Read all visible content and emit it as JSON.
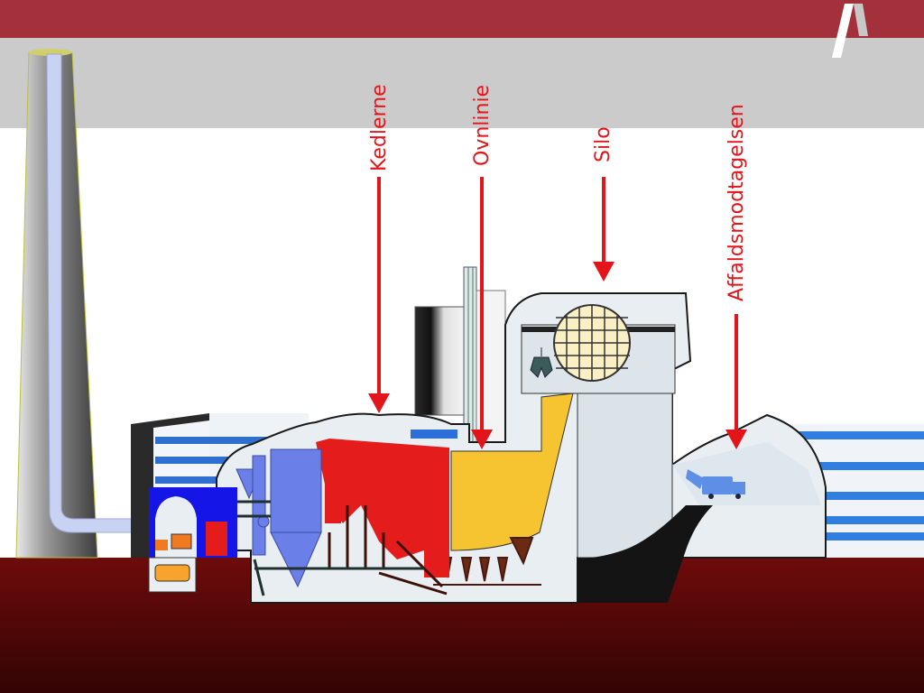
{
  "header": {
    "logo_icon": "aalborg-a-logo-icon",
    "bar_color": "#a3303a"
  },
  "labels": {
    "kedlerne": "Kedlerne",
    "ovnlinie": "Ovnlinie",
    "silo": "Silo",
    "affaldsmodtagelsen": "Affaldsmodtagelsen"
  },
  "colors": {
    "arrow": "#e3151b",
    "ground": "#5a0a0a",
    "boiler": "#e51c1c",
    "furnace": "#f7c431",
    "filter": "#6a7fe8"
  }
}
